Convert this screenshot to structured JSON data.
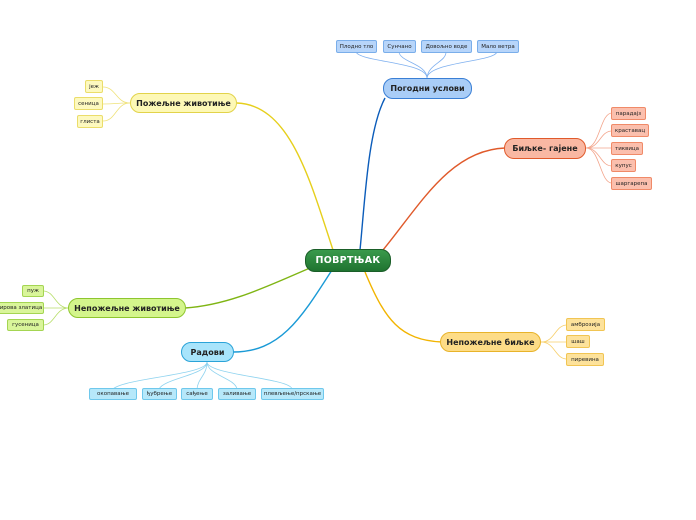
{
  "center": {
    "label": "ПОВРТЊАК"
  },
  "branches": {
    "conditions": {
      "label": "Погодни услови",
      "color": "#0b5cba",
      "items": [
        "Плодно тло",
        "Сунчано",
        "Довољно воде",
        "Мало ветра"
      ]
    },
    "plants": {
      "label": "Биљке- гајене",
      "color": "#e05a2b",
      "items": [
        "парадајз",
        "краставац",
        "тиквица",
        "купус",
        "шаргарепа"
      ]
    },
    "weeds": {
      "label": "Непожељне биљке",
      "color": "#f2b400",
      "items": [
        "амброзија",
        "шаш",
        "пиревина"
      ]
    },
    "work": {
      "label": "Радови",
      "color": "#1a9ad6",
      "items": [
        "окопавање",
        "ђубрење",
        "сађење",
        "заливање",
        "плевљење/прскање"
      ]
    },
    "bad_animals": {
      "label": "Непожељне животиње",
      "color": "#7fb514",
      "items": [
        "пуж",
        "кромпирова златица",
        "гусеница"
      ]
    },
    "good_animals": {
      "label": "Пожељне животиње",
      "color": "#e6cf1c",
      "items": [
        "јеж",
        "сеница",
        "глиста"
      ]
    }
  }
}
